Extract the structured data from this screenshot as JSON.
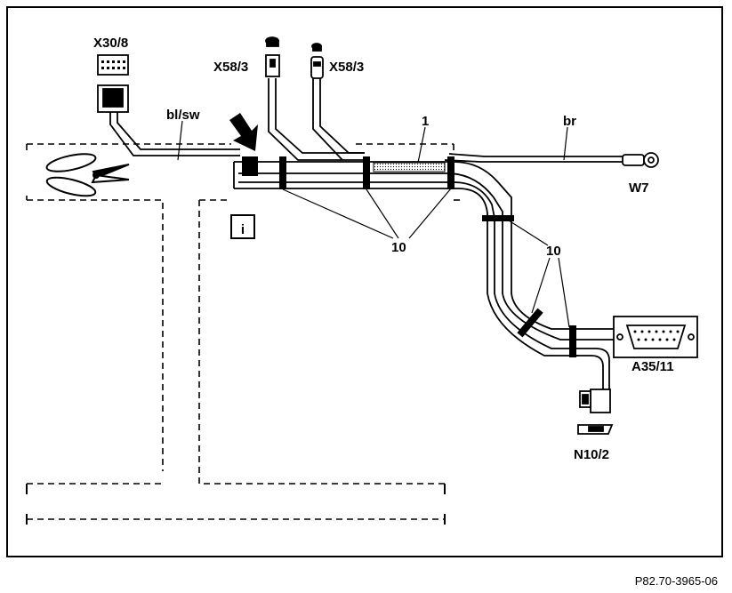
{
  "labels": {
    "x30_8": "X30/8",
    "x58_3_left": "X58/3",
    "x58_3_right": "X58/3",
    "bl_sw": "bl/sw",
    "br": "br",
    "one": "1",
    "w7": "W7",
    "ten_left": "10",
    "ten_right": "10",
    "a35_11": "A35/11",
    "n10_2": "N10/2",
    "info": "i"
  },
  "caption": "P82.70-3965-06"
}
